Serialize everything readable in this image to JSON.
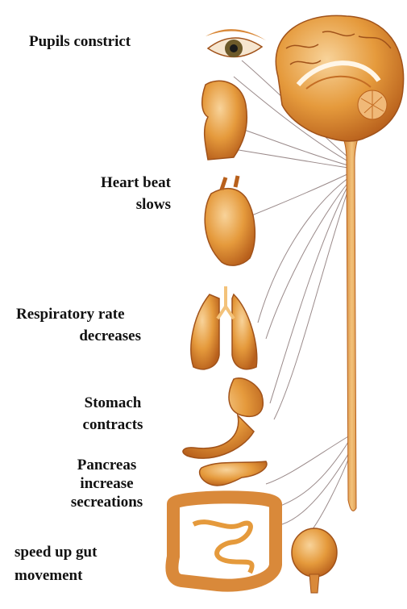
{
  "labels": {
    "pupils": "Pupils constrict",
    "heart_1": "Heart beat",
    "heart_2": "slows",
    "resp_1": "Respiratory rate",
    "resp_2": "decreases",
    "stomach_1": "Stomach",
    "stomach_2": "contracts",
    "pancreas_1": "Pancreas",
    "pancreas_2": "increase",
    "pancreas_3": "secreations",
    "gut_1": "speed up gut",
    "gut_2": "movement"
  },
  "colors": {
    "organ_fill": "#e59a3c",
    "organ_dark": "#b8601c",
    "organ_light": "#f6c98a",
    "nerve": "#9a8a8a",
    "text": "#111111"
  }
}
